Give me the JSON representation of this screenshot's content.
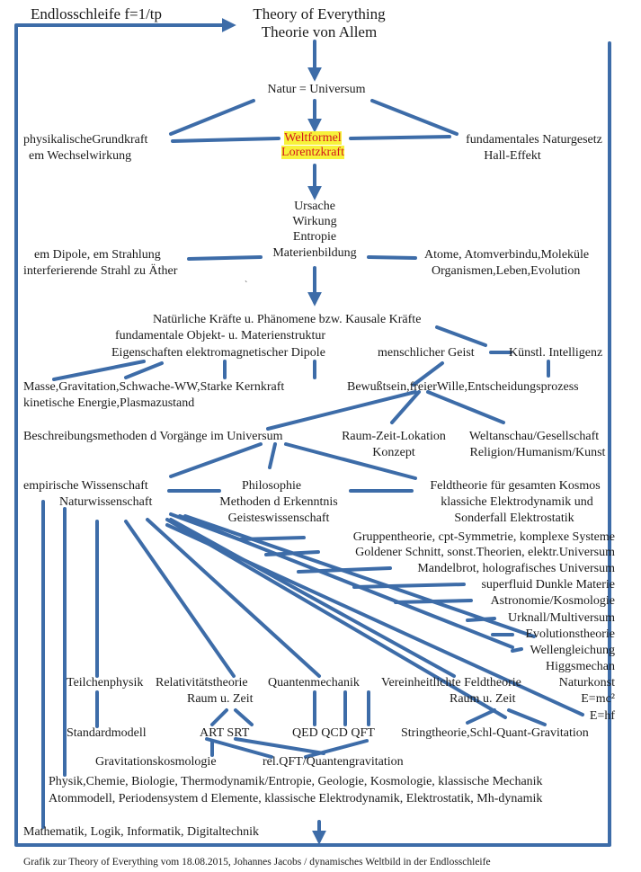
{
  "loop": {
    "label": "Endlosschleife  f=1/tp"
  },
  "title": {
    "line1": "Theory of Everything",
    "line2": "Theorie von Allem"
  },
  "natur": "Natur = Universum",
  "grundkraft": {
    "line1": "physikalischeGrundkraft",
    "line2": "em Wechselwirkung"
  },
  "weltformel": {
    "line1": "Weltformel",
    "line2": "Lorentzkraft"
  },
  "naturgesetz": {
    "line1": "fundamentales Naturgesetz",
    "line2": "Hall-Effekt"
  },
  "ursache": {
    "line1": "Ursache",
    "line2": "Wirkung",
    "line3": "Entropie",
    "line4": "Materienbildung"
  },
  "dipole": {
    "line1": "em Dipole, em Strahlung",
    "line2": "interferierende Strahl zu Äther"
  },
  "atome": {
    "line1": "Atome, Atomverbindu,Moleküle",
    "line2": "Organismen,Leben,Evolution"
  },
  "stray_mark": "`",
  "kraefte": {
    "line1": "Natürliche Kräfte u. Phänomene bzw. Kausale Kräfte",
    "line2": "fundamentale Objekt- u. Materienstruktur",
    "line3": "Eigenschaften elektromagnetischer Dipole"
  },
  "geist": "menschlicher Geist",
  "ki": "Künstl. Intelligenz",
  "masse": {
    "line1": "Masse,Gravitation,Schwache-WW,Starke Kernkraft",
    "line2": "kinetische Energie,Plasmazustand"
  },
  "bewusstsein": "Bewußtsein,freierWille,Entscheidungsprozess",
  "beschreibung": "Beschreibungsmethoden d Vorgänge im Universum",
  "raumzeit": {
    "line1": "Raum-Zeit-Lokation",
    "line2": "Konzept"
  },
  "weltanschau": {
    "line1": "Weltanschau/Gesellschaft",
    "line2": "Religion/Humanism/Kunst"
  },
  "empirisch": {
    "line1": "empirische Wissenschaft",
    "line2": "Naturwissenschaft"
  },
  "philosophie": {
    "line1": "Philosophie",
    "line2": "Methoden d Erkenntnis",
    "line3": "Geisteswissenschaft"
  },
  "feldtheorie": {
    "line1": "Feldtheorie für gesamten Kosmos",
    "line2": "klassiche Elektrodynamik und",
    "line3": "Sonderfall  Elektrostatik"
  },
  "theories": [
    "Gruppentheorie, cpt-Symmetrie, komplexe Systeme",
    "Goldener Schnitt, sonst.Theorien, elektr.Universum",
    "Mandelbrot, holografisches Universum",
    "superfluid Dunkle Materie",
    "Astronomie/Kosmologie",
    "Urknall/Multiversum",
    "Evolutionstheorie",
    "Wellengleichung",
    "Higgsmechan",
    "Naturkonst",
    "E=mc²",
    "E=hf"
  ],
  "teilchen": "Teilchenphysik",
  "relativ": {
    "line1": "Relativitätstheorie",
    "line2": "Raum u. Zeit"
  },
  "quanten": "Quantenmechanik",
  "verein": {
    "line1": "Vereinheitlichte Feldtheorie",
    "line2": "Raum u. Zeit"
  },
  "standard": "Standardmodell",
  "artsrt": "ART SRT",
  "qed": "QED QCD QFT",
  "string": "Stringtheorie,Schl-Quant-Gravitation",
  "gravkosmo": "Gravitationskosmologie",
  "relqft": "rel.QFT/Quantengravitation",
  "physik": {
    "line1": "Physik,Chemie, Biologie, Thermodynamik/Entropie, Geologie, Kosmologie, klassische Mechanik",
    "line2": "Atommodell, Periodensystem d Elemente, klassische Elektrodynamik, Elektrostatik, Mh-dynamik"
  },
  "mathe": "Mathematik, Logik, Informatik, Digitaltechnik",
  "footer": "Grafik zur Theory of Everything vom 18.08.2015, Johannes Jacobs / dynamisches Weltbild in der Endlosschleife",
  "colors": {
    "line": "#3d6ca8",
    "highlight_bg": "#f7f23a",
    "highlight_text": "#d4171d"
  }
}
